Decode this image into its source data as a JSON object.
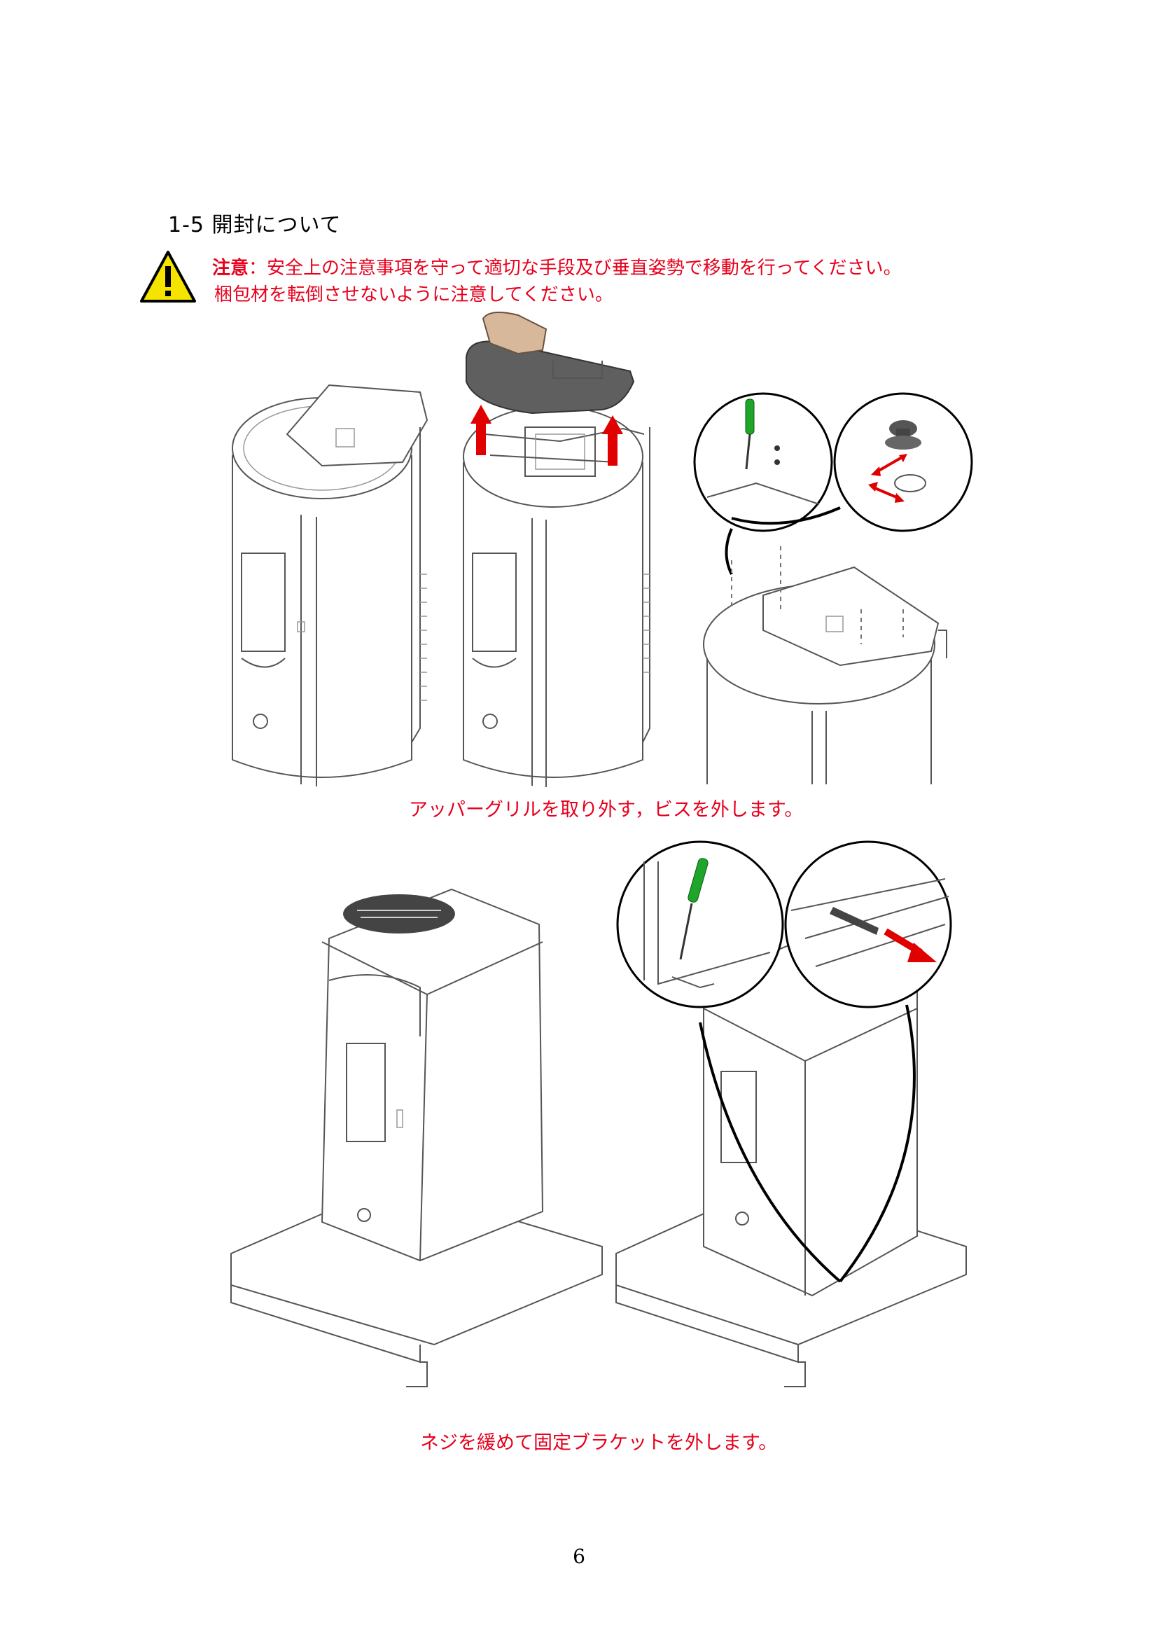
{
  "page": {
    "section_title": "1-5 開封について",
    "warning": {
      "icon": "warning-triangle-icon",
      "label": "注意",
      "line1_rest": "：安全上の注意事項を守って適切な手段及び垂直姿勢で移動を行ってください。",
      "line2": "梱包材を転倒させないように注意してください。"
    },
    "caption_1": "アッパーグリルを取り外す，ビスを外します。",
    "caption_2": "ネジを緩めて固定ブラケットを外します。",
    "page_number": "6"
  },
  "colors": {
    "warning_text": "#e8001c",
    "warning_icon_fill": "#f5e400",
    "arrow_red": "#e00000",
    "screwdriver_green": "#1fa52a"
  }
}
